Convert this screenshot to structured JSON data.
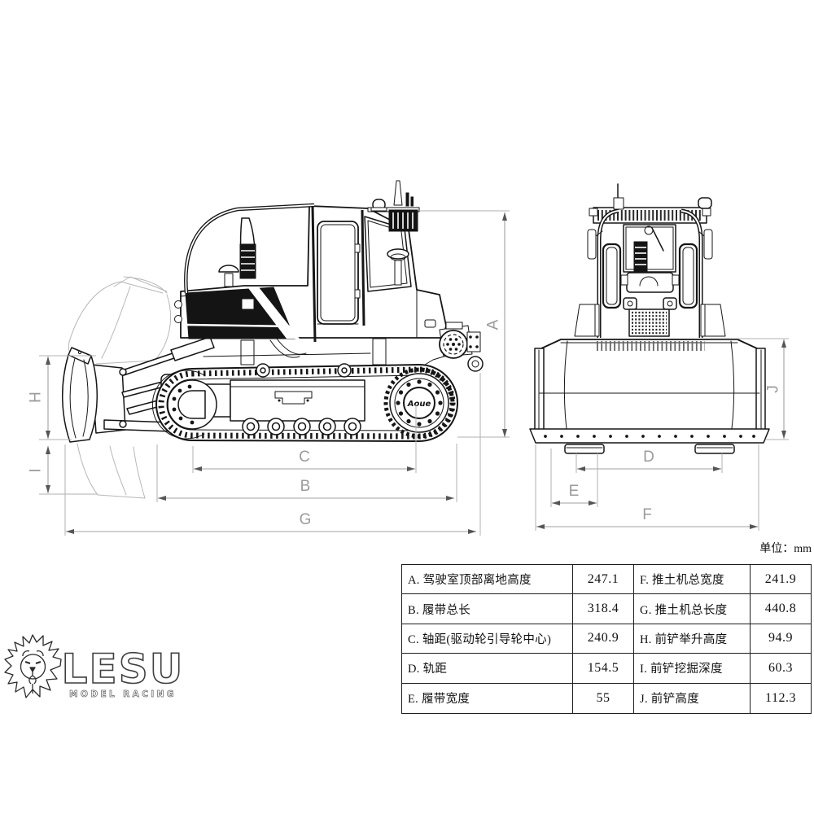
{
  "unit_note": "单位：mm",
  "logo": {
    "brand": "LESU",
    "tagline": "MODEL RACING"
  },
  "views": {
    "side": {
      "hub_text": "Aoue"
    }
  },
  "dims": {
    "A": "A",
    "B": "B",
    "C": "C",
    "D": "D",
    "E": "E",
    "F": "F",
    "G": "G",
    "H": "H",
    "I": "I",
    "J": "J"
  },
  "spec_table": {
    "rows_left": [
      {
        "label": "A. 驾驶室顶部离地高度",
        "value": "247.1"
      },
      {
        "label": "B. 履带总长",
        "value": "318.4"
      },
      {
        "label": "C. 轴距(驱动轮引导轮中心)",
        "value": "240.9"
      },
      {
        "label": "D. 轨距",
        "value": "154.5"
      },
      {
        "label": "E. 履带宽度",
        "value": "55"
      }
    ],
    "rows_right": [
      {
        "label": "F. 推土机总宽度",
        "value": "241.9"
      },
      {
        "label": "G. 推土机总长度",
        "value": "440.8"
      },
      {
        "label": "H. 前铲举升高度",
        "value": "94.9"
      },
      {
        "label": "I. 前铲挖掘深度",
        "value": "60.3"
      },
      {
        "label": "J. 前铲高度",
        "value": "112.3"
      }
    ]
  }
}
